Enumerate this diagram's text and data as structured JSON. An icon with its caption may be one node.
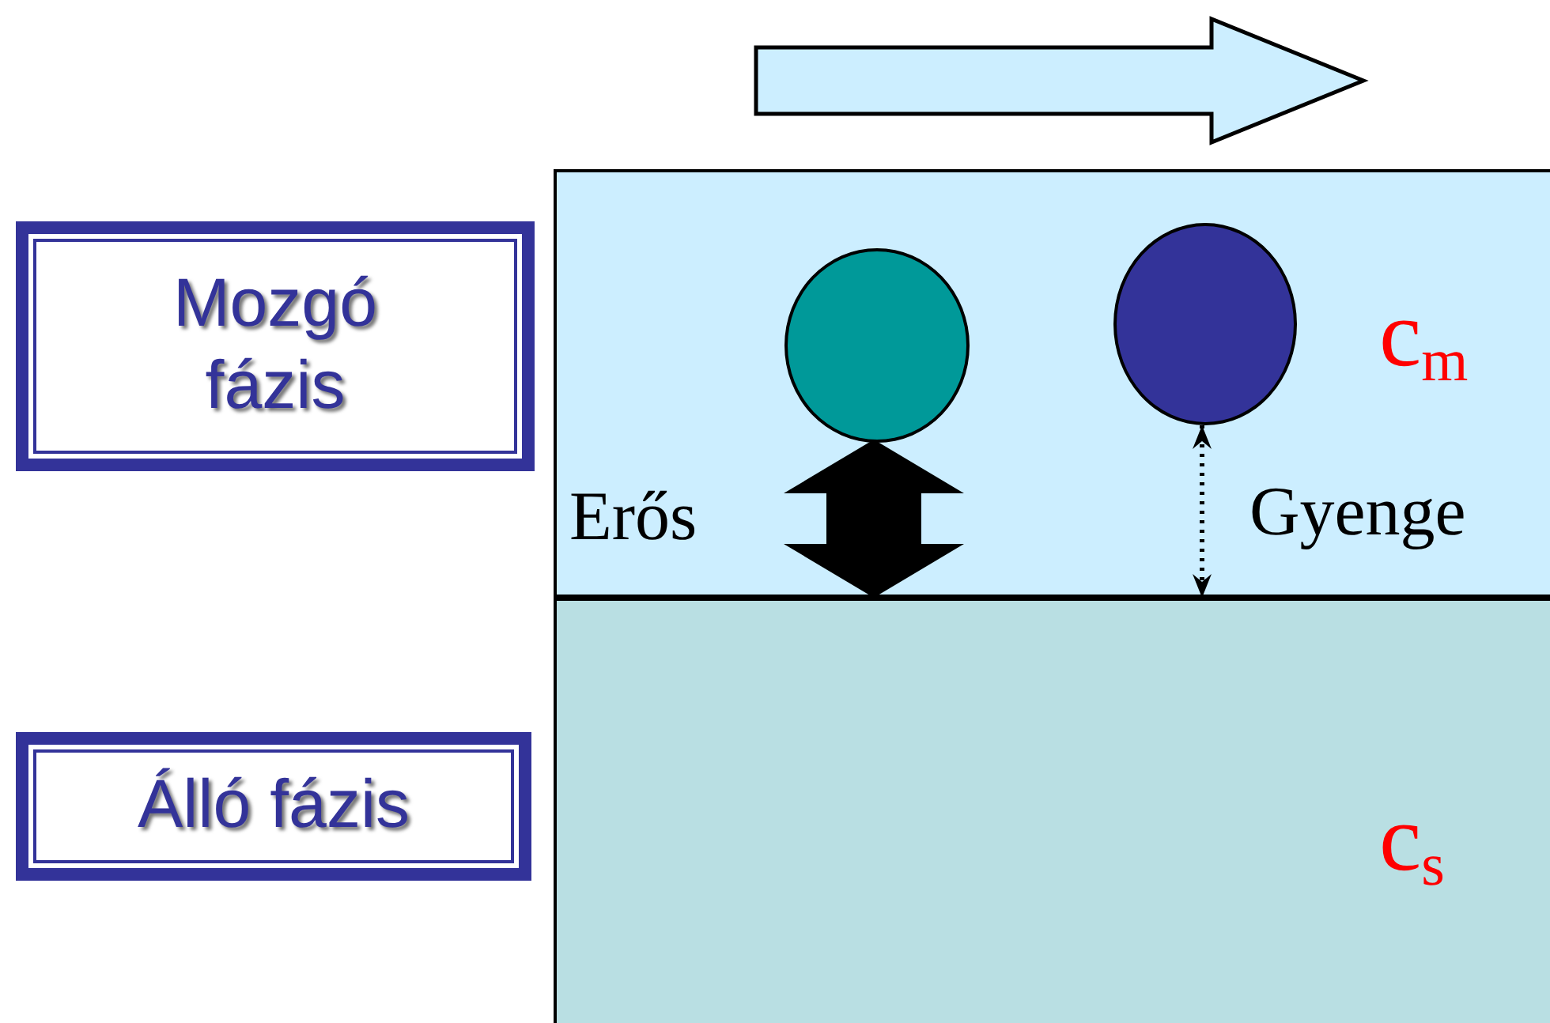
{
  "diagram": {
    "nodes": [
      {
        "text": [
          "Mozgó fázis"
        ]
      },
      {
        "text": [
          "Álló fázis"
        ]
      },
      {
        "text": [
          "c$_{m}$"
        ]
      },
      {
        "text": [
          "c$_{s}$"
        ]
      },
      {
        "text": [],
        "shape": "circle",
        "in": 2
      },
      {
        "text": [],
        "shape": "circle",
        "in": 2
      }
    ],
    "edges": [
      {
        "from": 4,
        "to": 3,
        "arrow": "both",
        "label": "Erős",
        "style": "thick"
      },
      {
        "from": 5,
        "to": 3,
        "arrow": "both",
        "label": "Gyenge",
        "style": "dashed"
      }
    ]
  }
}
